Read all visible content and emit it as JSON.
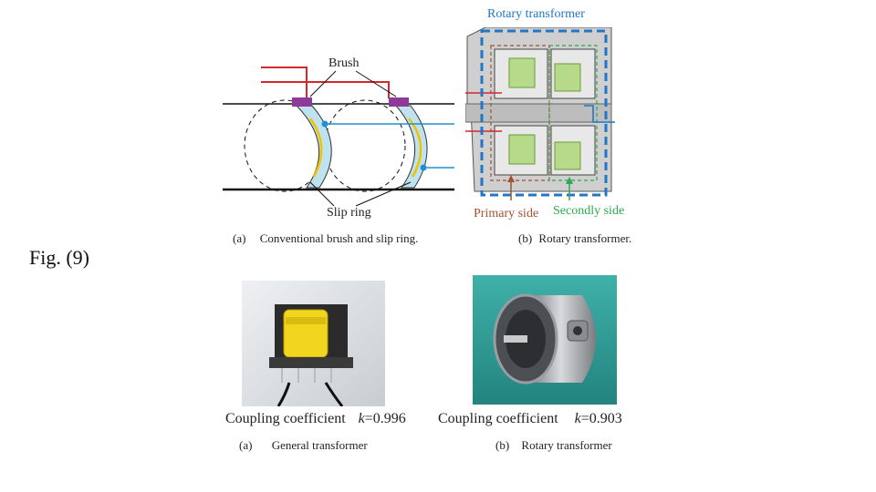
{
  "figure_label": "Fig. (9)",
  "top_left": {
    "brush_label": "Brush",
    "slip_ring_label": "Slip ring",
    "caption_letter": "(a)",
    "caption_text": "Conventional brush and slip ring."
  },
  "top_right": {
    "title": "Rotary transformer",
    "primary_label": "Primary side",
    "secondary_label": "Secondly side",
    "caption_letter": "(b)",
    "caption_text": "Rotary transformer."
  },
  "bottom_left": {
    "coef_text": "Coupling coefficient",
    "k_symbol": "k",
    "k_value": "=0.996",
    "caption_letter": "(a)",
    "caption_text": "General transformer"
  },
  "bottom_right": {
    "coef_text": "Coupling coefficient",
    "k_symbol": "k",
    "k_value": "=0.903",
    "caption_letter": "(b)",
    "caption_text": "Rotary transformer"
  },
  "colors": {
    "wire_red": "#d9262a",
    "wire_blue": "#1f8fd6",
    "brush_purple": "#8d3a9b",
    "ring_fill": "#bfe3ee",
    "frame_blue": "#2176c7",
    "primary_brown": "#a0522d",
    "secondary_green": "#2fa84f",
    "coil_green": "#b6d98a"
  }
}
